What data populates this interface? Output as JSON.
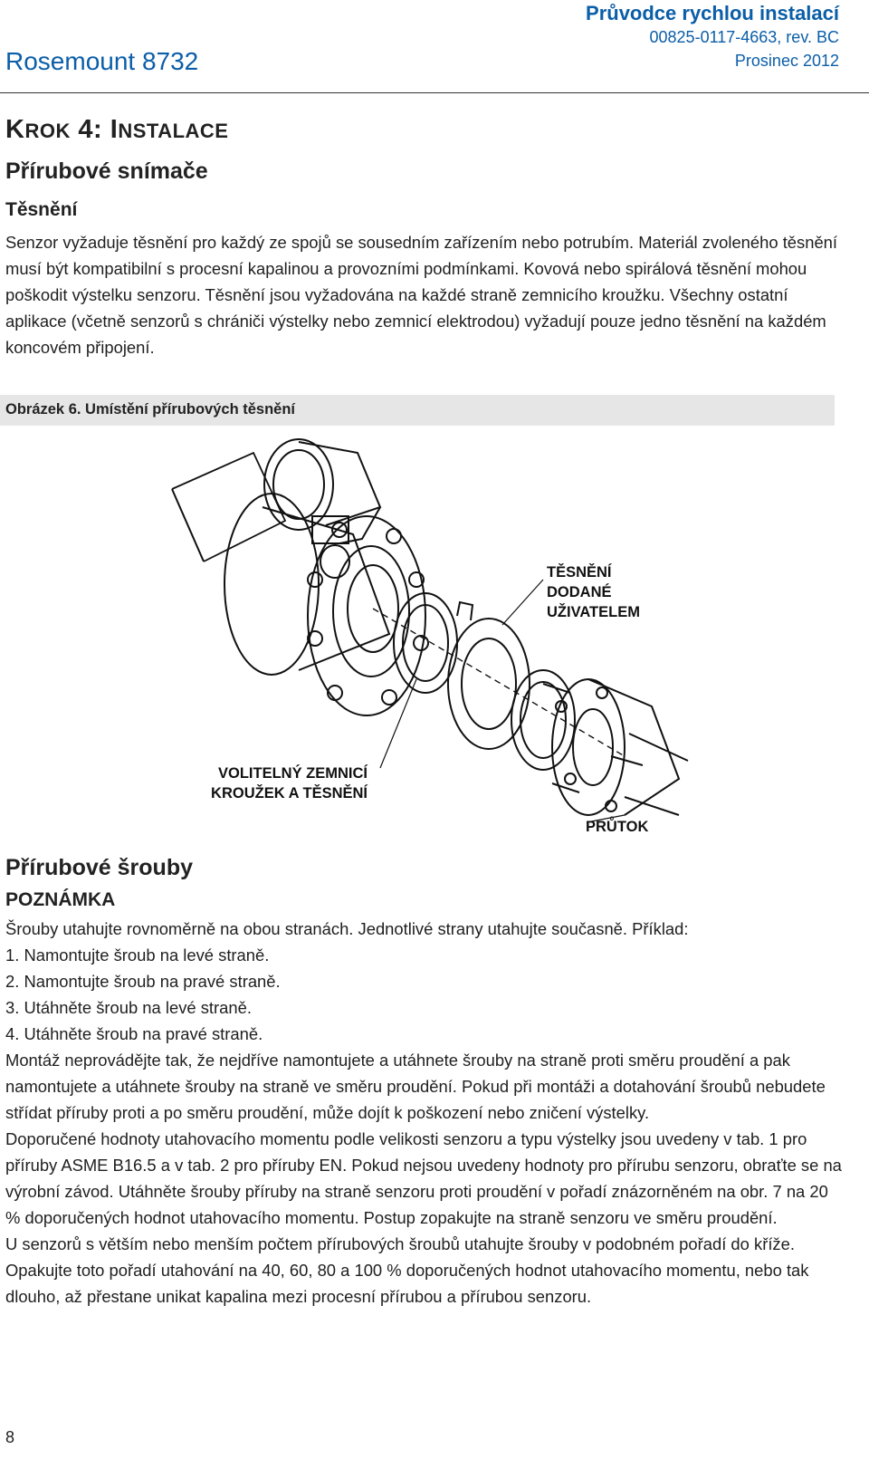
{
  "header": {
    "product": "Rosemount 8732",
    "guide_title": "Průvodce rychlou instalací",
    "doc_number": "00825-0117-4663, rev. BC",
    "date": "Prosinec 2012"
  },
  "step": {
    "prefix": "K",
    "rest1": "ROK",
    "mid": " 4: I",
    "rest2": "NSTALACE"
  },
  "flange_sensors": {
    "title": "Přírubové snímače",
    "gaskets_title": "Těsnění",
    "gaskets_text": "Senzor vyžaduje těsnění pro každý ze spojů se sousedním zařízením nebo potrubím. Materiál zvoleného těsnění musí být kompatibilní s procesní kapalinou a provozními podmínkami. Kovová nebo spirálová těsnění mohou poškodit výstelku senzoru. Těsnění jsou vyžadována na každé straně zemnicího kroužku. Všechny ostatní aplikace (včetně senzorů s chrániči výstelky nebo zemnicí elektrodou) vyžadují pouze jedno těsnění na každém koncovém připojení."
  },
  "figure": {
    "caption": "Obrázek 6. Umístění přírubových těsnění",
    "label_user_gaskets_1": "TĚSNĚNÍ",
    "label_user_gaskets_2": "DODANÉ",
    "label_user_gaskets_3": "UŽIVATELEM",
    "label_ground_ring_1": "VOLITELNÝ ZEMNICÍ",
    "label_ground_ring_2": "KROUŽEK A TĚSNĚNÍ",
    "label_flow": "PRŮTOK"
  },
  "flange_bolts": {
    "title": "Přírubové šrouby",
    "note_title": "POZNÁMKA",
    "note_intro": "Šrouby utahujte rovnoměrně na obou stranách. Jednotlivé strany utahujte současně. Příklad:",
    "steps": [
      "1. Namontujte šroub na levé straně.",
      "2. Namontujte šroub na pravé straně.",
      "3. Utáhněte šroub na levé straně.",
      "4. Utáhněte šroub na pravé straně."
    ],
    "para1": "Montáž neprovádějte tak, že nejdříve namontujete a utáhnete šrouby na straně proti směru proudění a pak namontujete a utáhnete šrouby na straně ve směru proudění. Pokud při montáži a dotahování šroubů nebudete střídat příruby proti a po směru proudění, může dojít k poškození nebo zničení výstelky.",
    "para2": "Doporučené hodnoty utahovacího momentu podle velikosti senzoru a typu výstelky jsou uvedeny v tab. 1 pro příruby ASME B16.5 a v tab. 2 pro příruby EN. Pokud nejsou uvedeny hodnoty pro přírubu senzoru, obraťte se na výrobní závod. Utáhněte šrouby příruby na straně senzoru proti proudění v pořadí znázorněném na obr. 7 na 20 % doporučených hodnot utahovacího momentu. Postup zopakujte na straně senzoru ve směru proudění.",
    "para3": "U senzorů s větším nebo menším počtem přírubových šroubů utahujte šrouby v podobném pořadí do kříže. Opakujte toto pořadí utahování na 40, 60, 80 a 100 % doporučených hodnot utahovacího momentu, nebo tak dlouho, až přestane unikat kapalina mezi procesní přírubou a přírubou senzoru."
  },
  "footer": {
    "page_number": "8"
  }
}
